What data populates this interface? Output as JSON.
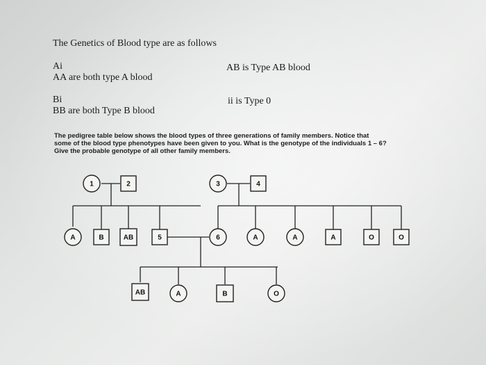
{
  "heading": "The Genetics of Blood type are as follows",
  "rules": {
    "ai": "Ai",
    "aa": "AA  are both type A blood",
    "ab": "AB is Type AB blood",
    "bi": "Bi",
    "bb": "BB are both Type B blood",
    "ii": "ii is Type 0"
  },
  "instructions": [
    "The pedigree table below shows the blood types of three generations of family members.  Notice that",
    "some of the blood type phenotypes have been given to you.  What is the genotype of the individuals 1 – 6?",
    "Give the probable genotype of all other family members."
  ],
  "pedigree": {
    "gen1": [
      {
        "shape": "circle",
        "label": "1"
      },
      {
        "shape": "square",
        "label": "2"
      },
      {
        "shape": "circle",
        "label": "3"
      },
      {
        "shape": "square",
        "label": "4"
      }
    ],
    "gen2": [
      {
        "shape": "circle",
        "label": "A"
      },
      {
        "shape": "square",
        "label": "B"
      },
      {
        "shape": "square",
        "label": "AB"
      },
      {
        "shape": "square",
        "label": "5"
      },
      {
        "shape": "circle",
        "label": "6"
      },
      {
        "shape": "circle",
        "label": "A"
      },
      {
        "shape": "circle",
        "label": "A"
      },
      {
        "shape": "square",
        "label": "A"
      },
      {
        "shape": "square",
        "label": "O"
      },
      {
        "shape": "square",
        "label": "O"
      }
    ],
    "gen3": [
      {
        "shape": "square",
        "label": "AB"
      },
      {
        "shape": "circle",
        "label": "A"
      },
      {
        "shape": "square",
        "label": "B"
      },
      {
        "shape": "circle",
        "label": "O"
      }
    ]
  }
}
